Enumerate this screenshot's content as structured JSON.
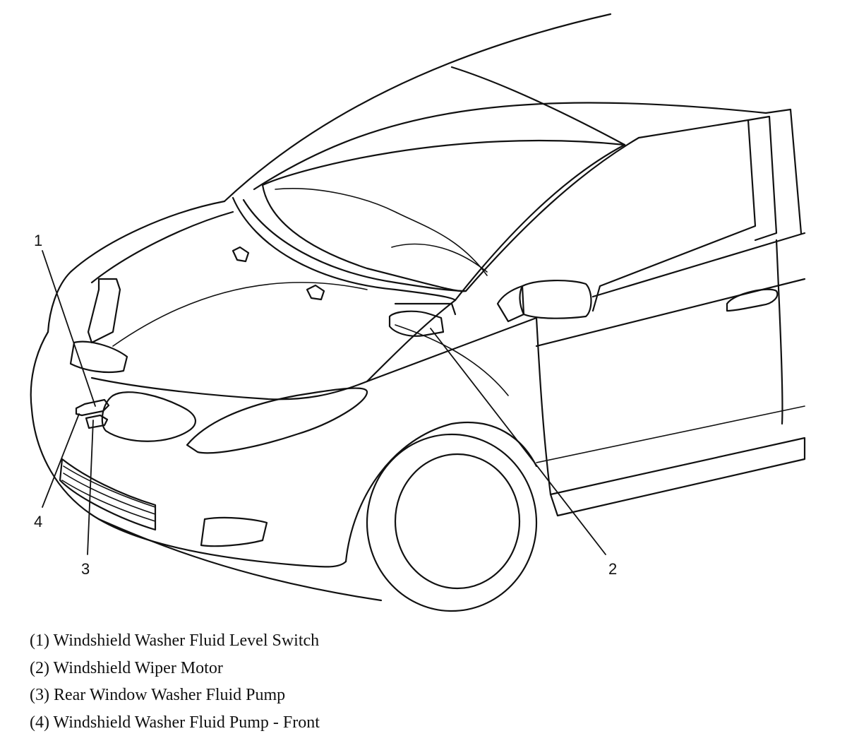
{
  "callouts": [
    {
      "number": "1"
    },
    {
      "number": "2"
    },
    {
      "number": "3"
    },
    {
      "number": "4"
    }
  ],
  "legend": [
    {
      "text": "(1) Windshield Washer Fluid Level Switch"
    },
    {
      "text": "(2) Windshield Wiper Motor"
    },
    {
      "text": "(3) Rear Window Washer Fluid Pump"
    },
    {
      "text": "(4) Windshield Washer Fluid Pump - Front"
    }
  ]
}
